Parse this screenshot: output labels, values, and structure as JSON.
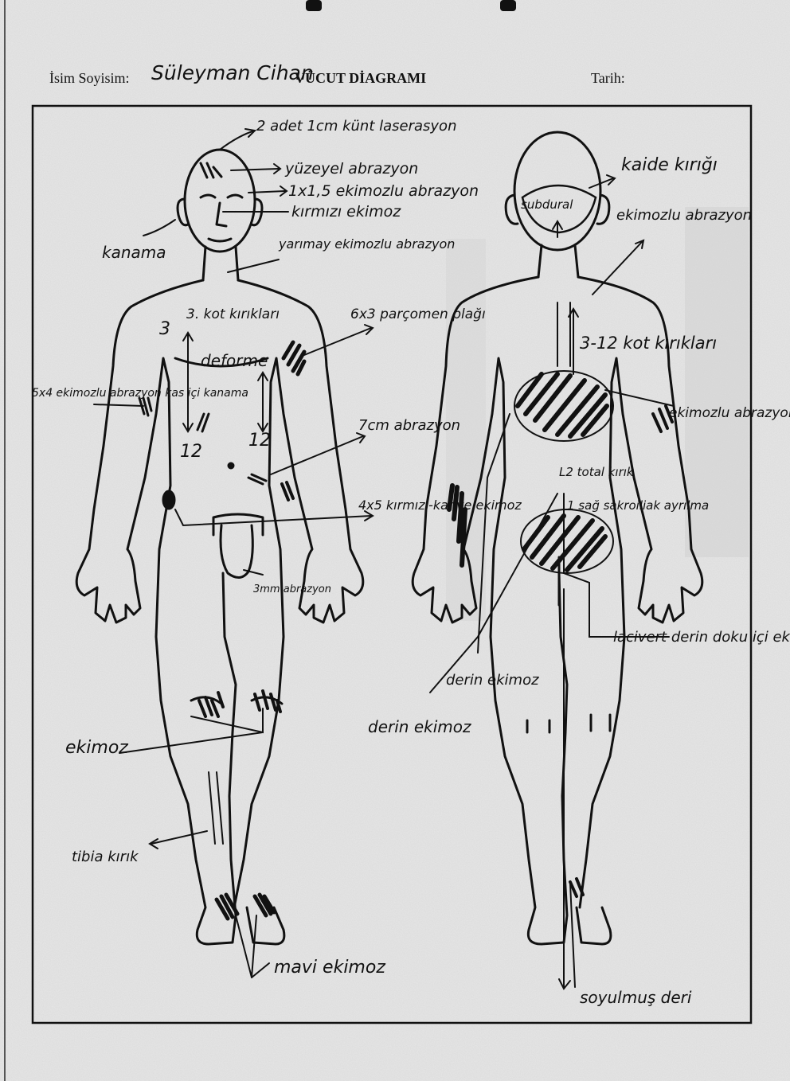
{
  "header": {
    "name_label": "İsim Soyisim:",
    "name_value": "Süleyman Cihan",
    "title": "VÜCUT DİAGRAMI",
    "date_label": "Tarih:"
  },
  "annotations": {
    "laceration": "2 adet 1cm künt laserasyon",
    "superficial_abrasion": "yüzeyel abrazyon",
    "ecchymotic_abrasion_1": "1x1,5 ekimozlu abrazyon",
    "red_ecchymosis": "kırmızı ekimoz",
    "bleeding": "kanama",
    "half_moon": "yarımay ekimozlu abrazyon",
    "rib_fractures": "3. kot kırıkları",
    "rib_3": "3",
    "rib_12_left": "12",
    "rib_12_right": "12",
    "deformity": "deforme",
    "tire_plaque": "6x3 parçomen plağı",
    "abrasion_5x4": "5x4 ekimozlu abrazyon kas içi kanama",
    "abrasion_7cm": "7cm abrazyon",
    "red_brown_4x5": "4x5 kırmızı-kahve ekimoz",
    "abrasion_3mm": "3mm abrazyon",
    "ecchymosis_knee": "ekimoz",
    "tibia_fracture": "tibia kırık",
    "blue_ecchymosis": "mavi ekimoz",
    "subdural": "subdural",
    "skull_base_fracture": "kaide kırığı",
    "ecchymotic_abrasion_back": "ekimozlu abrazyon",
    "rib_fractures_back": "3-12 kot kırıkları",
    "ecchymotic_abrasion_arm": "ekimozlu abrazyon",
    "l2_fracture": "L2 total kırık",
    "si_separation": "1 sağ sakroiliak ayrılma",
    "navy_deep": "lacivert derin doku içi ekimoz",
    "deep_ecchymosis_1": "derin ekimoz",
    "deep_ecchymosis_2": "derin ekimoz",
    "degloving": "soyulmuş deri"
  }
}
